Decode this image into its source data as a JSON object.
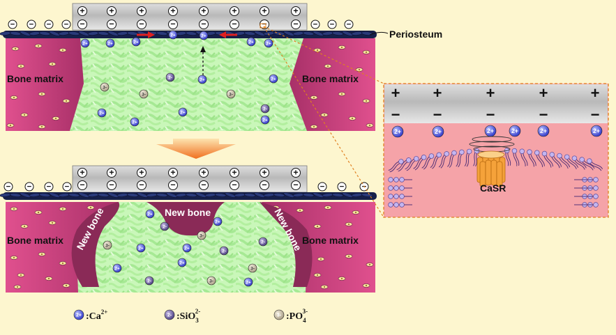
{
  "labels": {
    "periosteum": "Periosteum",
    "bone_matrix": "Bone matrix",
    "new_bone": "New bone",
    "casr": "CaSR"
  },
  "signs": {
    "plus": "+",
    "minus": "−"
  },
  "ions": {
    "ca": {
      "badge": "2+",
      "formula": "Ca",
      "charge": "2+",
      "color": "#3d44d8"
    },
    "sio3": {
      "badge": "2-",
      "formula": "SiO",
      "sub": "3",
      "charge": "2-",
      "color": "#5a4d8f"
    },
    "po4": {
      "badge": "3-",
      "formula": "PO",
      "sub": "4",
      "charge": "3-",
      "color": "#b8ad98"
    }
  },
  "legend_prefix": ":",
  "colors": {
    "background": "#fdf6cf",
    "bone_matrix": "#c0407a",
    "new_bone": "#8a2a57",
    "scaffold": "#c8f7b8",
    "periosteum": "#16204a",
    "membrane_top": "#d8d8d8",
    "cell_pink": "#f09aa8",
    "arrow_red": "#e02020",
    "zoom_border": "#e08020"
  }
}
